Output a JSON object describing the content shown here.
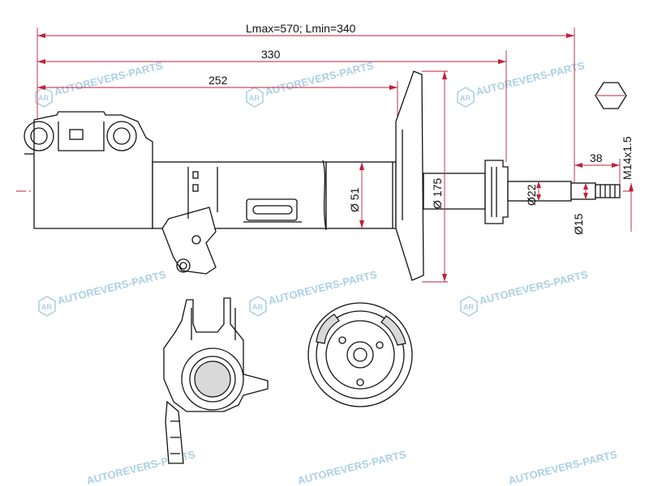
{
  "dimensions": {
    "overall_length": "Lmax=570; Lmin=340",
    "length_330": "330",
    "length_252": "252",
    "thread_length": "38",
    "thread_spec": "M14x1.5",
    "body_diameter": "Ø 51",
    "seat_diameter": "Ø 175",
    "rod_diameter": "Ø22",
    "tip_diameter": "Ø15"
  },
  "watermark": {
    "text": "AUTOREVERS-PARTS",
    "icon_letters": "AR"
  },
  "colors": {
    "dimension_lines": "#c0203a",
    "outline": "#111111",
    "watermark": "#9ec8e0"
  }
}
